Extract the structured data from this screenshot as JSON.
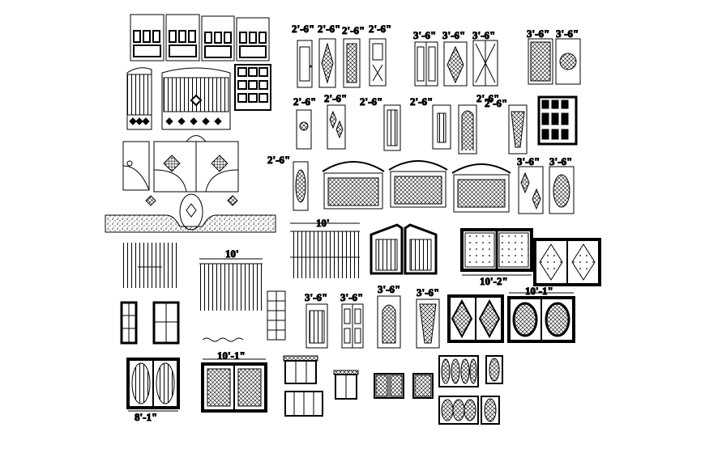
{
  "sheet": {
    "dimension_labels": {
      "d_2_6": "2'-6\"",
      "d_3_6": "3'-6\"",
      "d_10": "10'",
      "d_10_2": "10'-2\"",
      "d_10_1": "10'-1\"",
      "d_8_1": "8'-1\""
    }
  },
  "colors": {
    "line": "#000000",
    "background": "#ffffff"
  }
}
